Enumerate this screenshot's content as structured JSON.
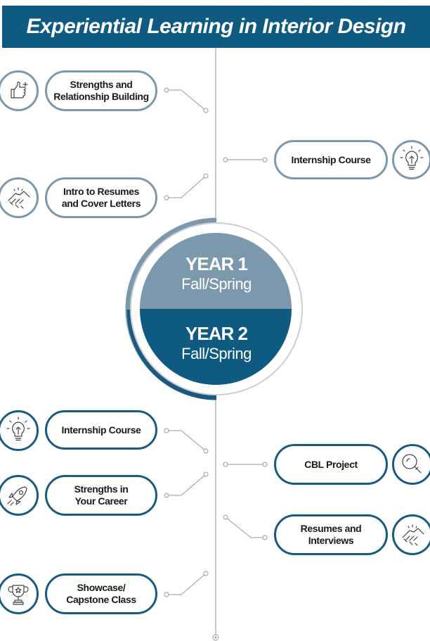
{
  "header": {
    "title": "Experiential Learning in Interior Design"
  },
  "colors": {
    "banner": "#0f5a80",
    "year1": "#7b98ad",
    "year2": "#0f5a80",
    "pill_light_border": "#7b98ad",
    "pill_dark_border": "#1a5a80"
  },
  "center": {
    "year1": {
      "title": "YEAR 1",
      "subtitle": "Fall/Spring"
    },
    "year2": {
      "title": "YEAR 2",
      "subtitle": "Fall/Spring"
    }
  },
  "year1_items": [
    {
      "label": "Strengths and\nRelationship Building",
      "icon": "thumbs-up-icon"
    },
    {
      "label": "Internship Course",
      "icon": "lightbulb-icon"
    },
    {
      "label": "Intro to Resumes\nand Cover Letters",
      "icon": "handshake-icon"
    }
  ],
  "year2_items": [
    {
      "label": "Internship Course",
      "icon": "lightbulb-icon"
    },
    {
      "label": "CBL Project",
      "icon": "magnifier-icon"
    },
    {
      "label": "Strengths in\nYour Career",
      "icon": "rocket-icon"
    },
    {
      "label": "Resumes and\nInterviews",
      "icon": "handshake-icon"
    },
    {
      "label": "Showcase/\nCapstone Class",
      "icon": "trophy-icon"
    }
  ]
}
